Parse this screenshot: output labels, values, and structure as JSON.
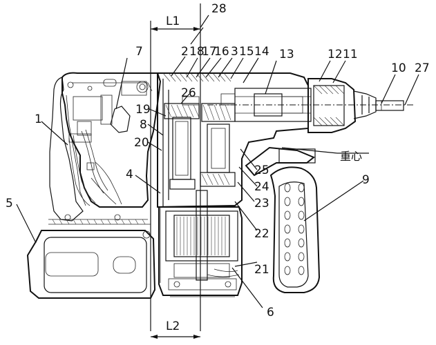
{
  "labels": {
    "l1": "L1",
    "l2": "L2",
    "n1": "1",
    "n2": "2",
    "n3": "3",
    "n4": "4",
    "n5": "5",
    "n6": "6",
    "n7": "7",
    "n8": "8",
    "n9": "9",
    "n10": "10",
    "n11": "11",
    "n12": "12",
    "n13": "13",
    "n14": "14",
    "n15": "15",
    "n16": "16",
    "n17": "17",
    "n18": "18",
    "n19": "19",
    "n20": "20",
    "n21": "21",
    "n22": "22",
    "n23": "23",
    "n24": "24",
    "n25": "25",
    "n26": "26",
    "n27": "27",
    "n28": "28",
    "center_of_gravity": "重心"
  }
}
